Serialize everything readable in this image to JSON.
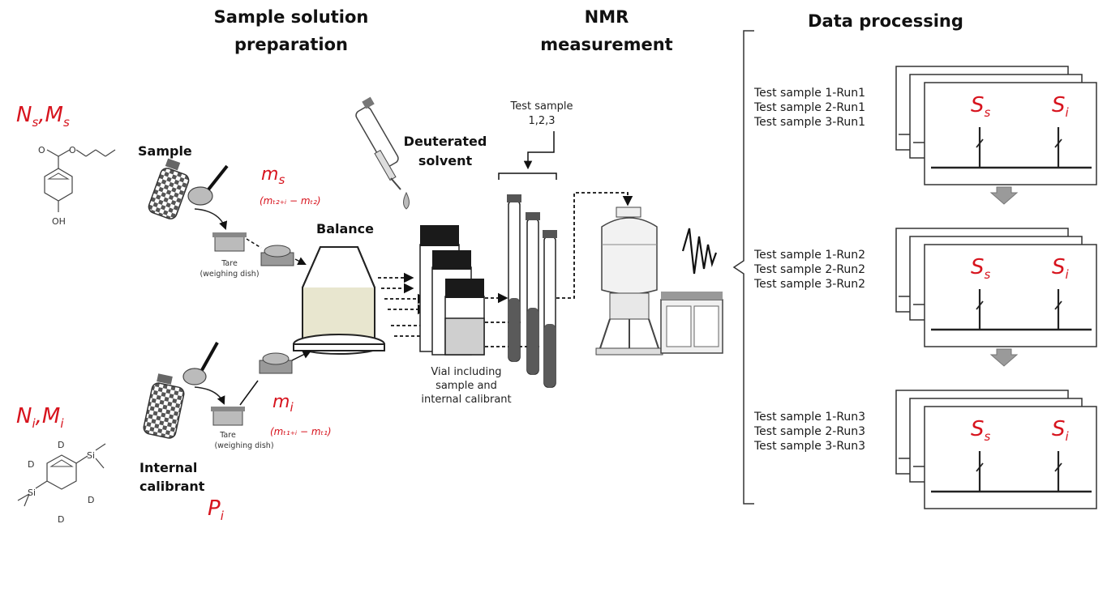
{
  "headers": {
    "sample_prep_line1": "Sample solution",
    "sample_prep_line2": "preparation",
    "nmr_line1": "NMR",
    "nmr_line2": "measurement",
    "data_processing": "Data processing"
  },
  "sample_side": {
    "symbol_N": "N",
    "symbol_M": "M",
    "subscript": "s",
    "label": "Sample",
    "mass_symbol": "m",
    "mass_sub": "s",
    "mass_formula": "(mₜ₂₊ᵢ − mₜ₂)",
    "tare_line1": "Tare",
    "tare_line2": "(weighing dish)",
    "molecule_O1": "O",
    "molecule_O2": "O",
    "molecule_OH": "OH"
  },
  "calibrant_side": {
    "symbol_N": "N",
    "symbol_M": "M",
    "subscript": "i",
    "label_line1": "Internal",
    "label_line2": "calibrant",
    "mass_symbol": "m",
    "mass_sub": "i",
    "mass_formula": "(mₜ₁₊ᵢ − mₜ₁)",
    "purity_symbol": "P",
    "purity_sub": "i",
    "tare_line1": "Tare",
    "tare_line2": "(weighing dish)",
    "molecule_D": "D",
    "molecule_Si": "Si"
  },
  "balance_label": "Balance",
  "solvent_line1": "Deuterated",
  "solvent_line2": "solvent",
  "vial_caption": [
    "Vial including",
    "sample and",
    "internal calibrant"
  ],
  "test_sample_line1": "Test sample",
  "test_sample_line2": "1,2,3",
  "runs": [
    {
      "lines": [
        "Test sample 1-Run1",
        "Test sample 2-Run1",
        "Test sample 3-Run1"
      ]
    },
    {
      "lines": [
        "Test sample 1-Run2",
        "Test sample 2-Run2",
        "Test sample 3-Run2"
      ]
    },
    {
      "lines": [
        "Test sample 1-Run3",
        "Test sample 2-Run3",
        "Test sample 3-Run3"
      ]
    }
  ],
  "spectrum_peak_s": "S",
  "spectrum_peak_s_sub": "s",
  "spectrum_peak_i": "S",
  "spectrum_peak_i_sub": "i",
  "colors": {
    "accent_red": "#d7141e",
    "ink": "#1a1a1a",
    "balance_fill": "#e8e6cf",
    "vial_cap": "#1a1a1a",
    "arrow_gray": "#9a9a9a"
  }
}
